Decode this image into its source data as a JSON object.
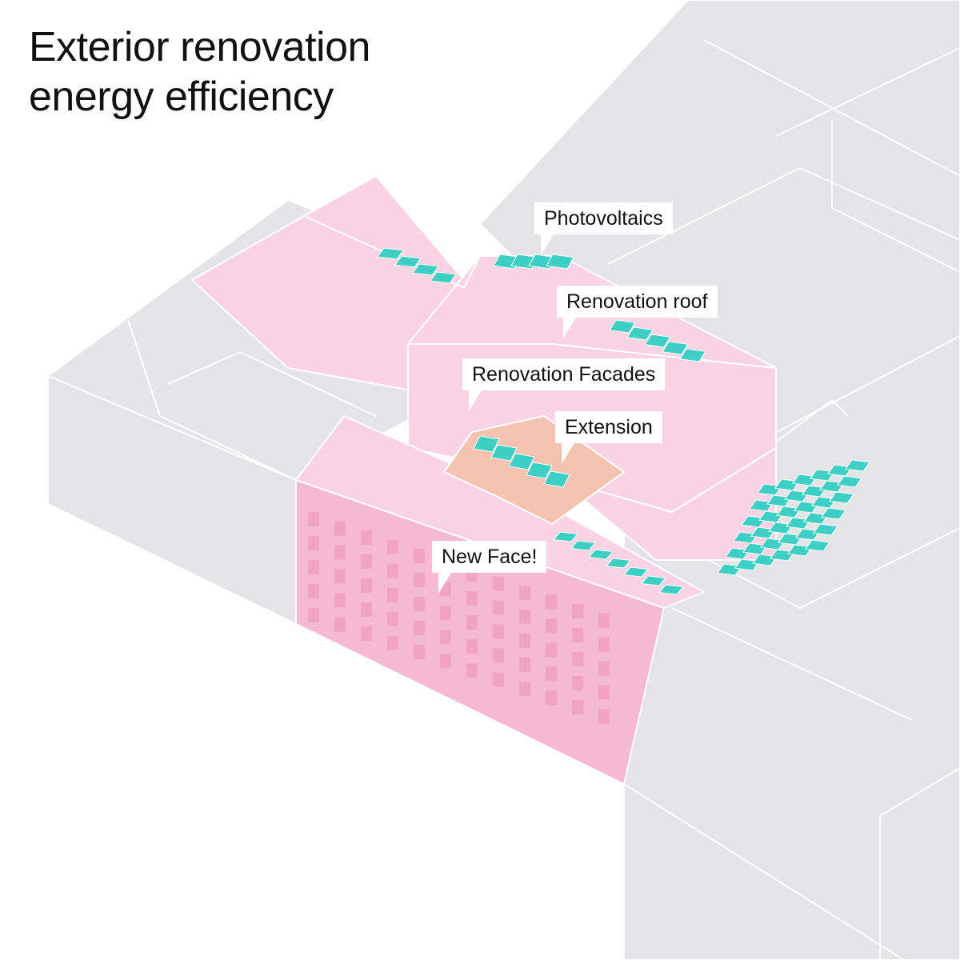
{
  "title": {
    "line1": "Exterior renovation",
    "line2": "energy efficiency"
  },
  "callouts": {
    "photovoltaics": "Photovoltaics",
    "renovation_roof": "Renovation roof",
    "renovation_facades": "Renovation Facades",
    "extension": "Extension",
    "new_face": "New Face!"
  },
  "colors": {
    "context_grey": "#e4e4e6",
    "context_line": "#ffffff",
    "renovation_pink": "#f9d3e4",
    "facade_pink": "#f6b9d2",
    "extension_salmon": "#f6c2b0",
    "photovoltaic_teal": "#3ecfc4"
  }
}
